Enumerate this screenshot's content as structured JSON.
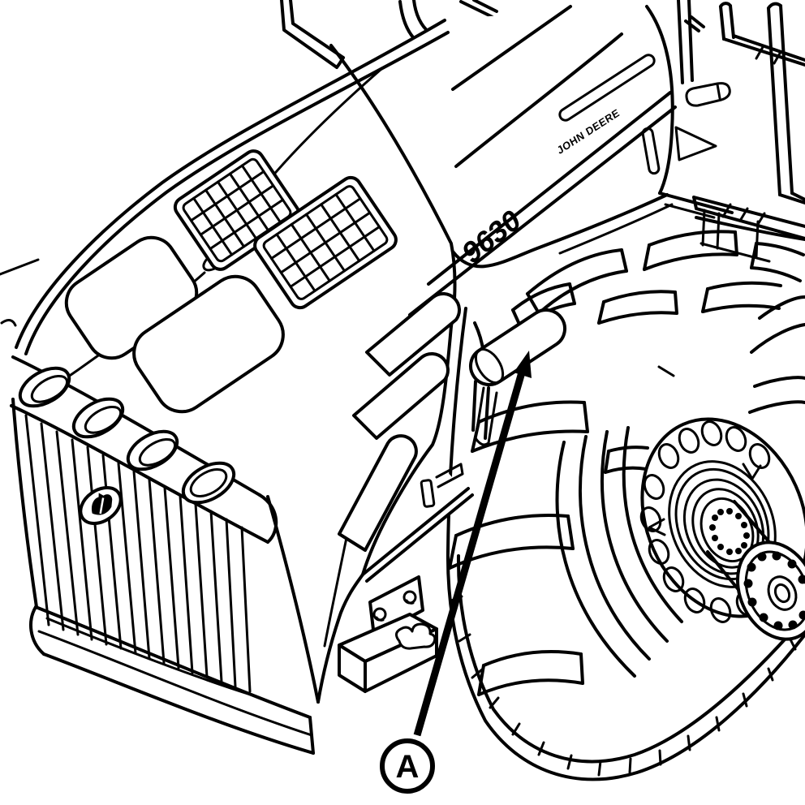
{
  "figure": {
    "kind": "technical-line-illustration",
    "subject": "Tractor front end with hood, grille and front wheel",
    "background_color": "#ffffff",
    "line_color": "#000000",
    "decals": {
      "model": "9630",
      "brand": "JOHN DEERE"
    },
    "callouts": [
      {
        "label": "A"
      }
    ]
  }
}
